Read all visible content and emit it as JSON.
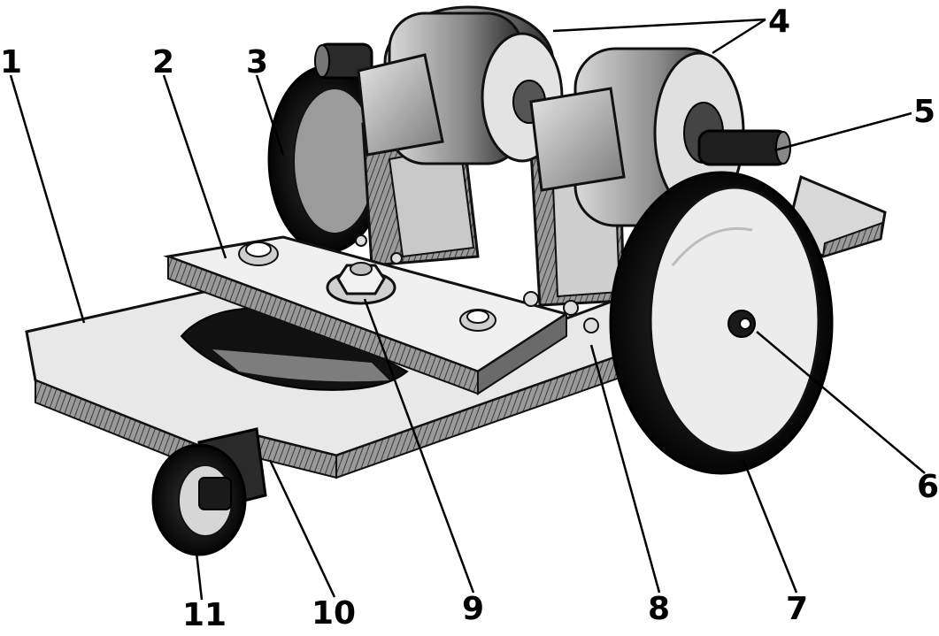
{
  "figure": {
    "callouts": [
      "1",
      "2",
      "3",
      "4",
      "5",
      "6",
      "7",
      "8",
      "9",
      "10",
      "11"
    ]
  }
}
